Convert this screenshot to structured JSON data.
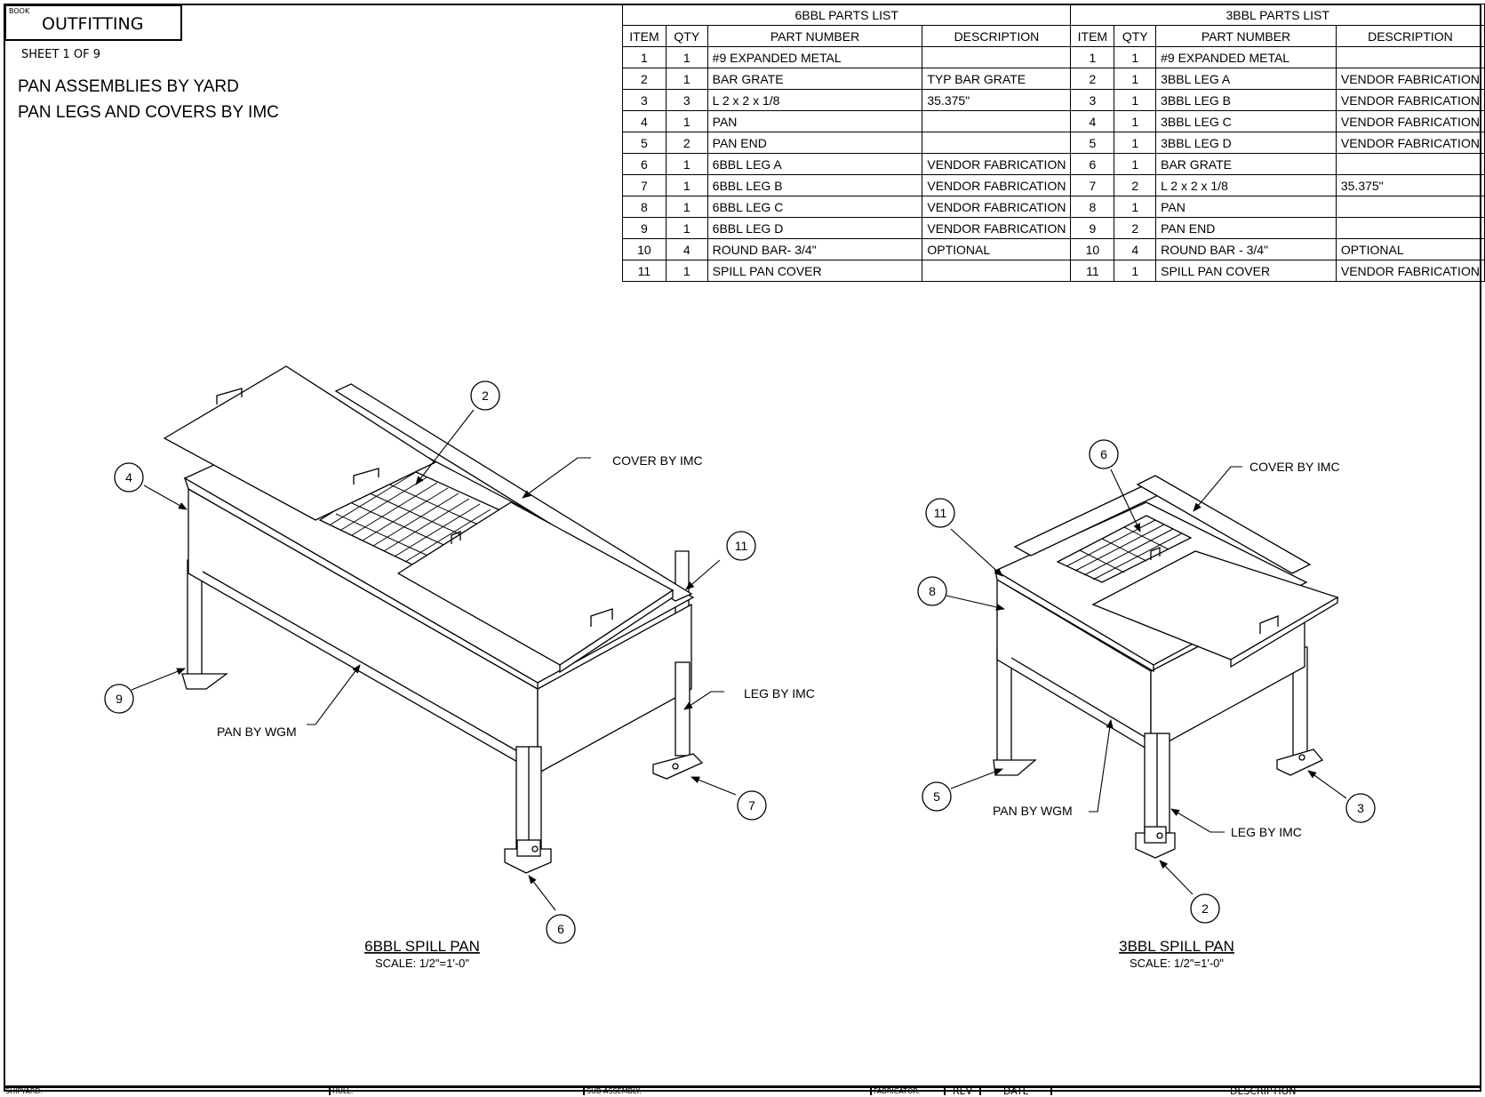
{
  "header": {
    "book_label": "BOOK",
    "book_title": "OUTFITTING",
    "sheet": "SHEET 1  OF 9",
    "notes": [
      "PAN ASSEMBLIES BY YARD",
      "PAN LEGS AND COVERS BY IMC"
    ]
  },
  "parts_list": {
    "left_title": "6BBL PARTS LIST",
    "right_title": "3BBL PARTS LIST",
    "columns": [
      "ITEM",
      "QTY",
      "PART NUMBER",
      "DESCRIPTION"
    ],
    "left_rows": [
      [
        "1",
        "1",
        "#9 EXPANDED METAL",
        ""
      ],
      [
        "2",
        "1",
        "BAR GRATE",
        "TYP BAR GRATE"
      ],
      [
        "3",
        "3",
        "L 2 x 2 x 1/8",
        "35.375\""
      ],
      [
        "4",
        "1",
        "PAN",
        ""
      ],
      [
        "5",
        "2",
        "PAN END",
        ""
      ],
      [
        "6",
        "1",
        "6BBL LEG A",
        "VENDOR FABRICATION"
      ],
      [
        "7",
        "1",
        "6BBL LEG B",
        "VENDOR FABRICATION"
      ],
      [
        "8",
        "1",
        "6BBL LEG C",
        "VENDOR FABRICATION"
      ],
      [
        "9",
        "1",
        "6BBL LEG D",
        "VENDOR FABRICATION"
      ],
      [
        "10",
        "4",
        "ROUND BAR- 3/4\"",
        "OPTIONAL"
      ],
      [
        "11",
        "1",
        "SPILL PAN COVER",
        ""
      ]
    ],
    "right_rows": [
      [
        "1",
        "1",
        "#9 EXPANDED METAL",
        ""
      ],
      [
        "2",
        "1",
        "3BBL LEG A",
        "VENDOR FABRICATION"
      ],
      [
        "3",
        "1",
        "3BBL LEG B",
        "VENDOR FABRICATION"
      ],
      [
        "4",
        "1",
        "3BBL LEG C",
        "VENDOR FABRICATION"
      ],
      [
        "5",
        "1",
        "3BBL LEG D",
        "VENDOR FABRICATION"
      ],
      [
        "6",
        "1",
        "BAR GRATE",
        ""
      ],
      [
        "7",
        "2",
        "L 2 x 2 x 1/8",
        "35.375\""
      ],
      [
        "8",
        "1",
        "PAN",
        ""
      ],
      [
        "9",
        "2",
        "PAN END",
        ""
      ],
      [
        "10",
        "4",
        "ROUND BAR - 3/4\"",
        "OPTIONAL"
      ],
      [
        "11",
        "1",
        "SPILL PAN COVER",
        "VENDOR FABRICATION"
      ]
    ]
  },
  "views": {
    "left": {
      "title": "6BBL SPILL PAN",
      "scale": "SCALE: 1/2\"=1'-0\"",
      "balloons": [
        "2",
        "4",
        "11",
        "9",
        "7",
        "6"
      ],
      "labels": {
        "cover": "COVER BY IMC",
        "pan": "PAN BY WGM",
        "leg": "LEG BY IMC"
      }
    },
    "right": {
      "title": "3BBL SPILL PAN",
      "scale": "SCALE: 1/2\"=1'-0\"",
      "balloons": [
        "6",
        "11",
        "8",
        "5",
        "3",
        "2"
      ],
      "labels": {
        "cover": "COVER BY IMC",
        "pan": "PAN BY WGM",
        "leg": "LEG BY IMC"
      }
    }
  },
  "title_block": {
    "shipyard": "SHIPYARD:",
    "hull": "HULL:",
    "sub_assembly": "SUB ASSEMBLY:",
    "fabricator": "FABRICATOR:",
    "rev": "REV",
    "date": "DATE",
    "description": "DESCRIPTION"
  }
}
